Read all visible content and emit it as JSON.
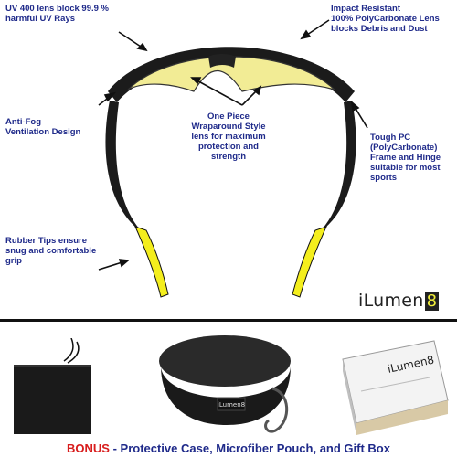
{
  "callouts": {
    "uv": [
      "UV 400 lens block 99.9 %",
      "harmful UV Rays"
    ],
    "impact": [
      "Impact Resistant",
      "100% PolyCarbonate Lens",
      "blocks Debris and Dust"
    ],
    "antifog": [
      "Anti-Fog",
      "Ventilation Design"
    ],
    "lens": [
      "One Piece",
      "Wraparound Style",
      "lens for maximum",
      "protection and",
      "strength"
    ],
    "frame": [
      "Tough PC",
      "(PolyCarbonate)",
      "Frame and Hinge",
      "suitable for most",
      "sports"
    ],
    "rubber": [
      "Rubber Tips ensure",
      "snug and comfortable",
      "grip"
    ]
  },
  "brand": {
    "name": "iLumen",
    "number": "8"
  },
  "case_logo": "iLumen8",
  "box_logo": "iLumen8",
  "bonus": {
    "prefix": "BONUS",
    "text": " - Protective Case, Microfiber Pouch, and Gift Box"
  },
  "colors": {
    "callout": "#1f2a8a",
    "bonus": "#d81c1c",
    "lens": "#f2ec95",
    "tips": "#f4ee1d",
    "frame": "#1b1b1b"
  }
}
